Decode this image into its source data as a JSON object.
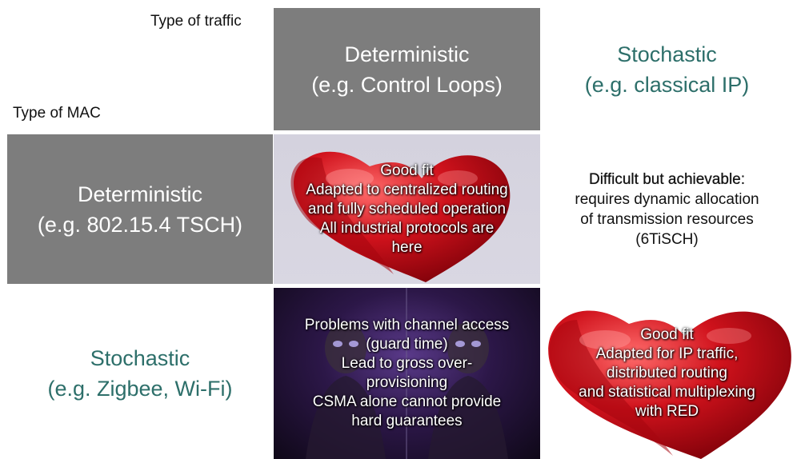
{
  "corner": {
    "traffic_label": "Type of traffic",
    "mac_label": "Type of MAC"
  },
  "columns": [
    {
      "title": "Deterministic",
      "subtitle": "(e.g. Control Loops)"
    },
    {
      "title": "Stochastic",
      "subtitle": "(e.g. classical IP)"
    }
  ],
  "rows": [
    {
      "title": "Deterministic",
      "subtitle": "(e.g. 802.15.4 TSCH)"
    },
    {
      "title": "Stochastic",
      "subtitle": "(e.g. Zigbee, Wi-Fi)"
    }
  ],
  "cells": {
    "det_det": {
      "lines": [
        "Good fit",
        "Adapted to centralized routing",
        "and fully scheduled operation",
        "All industrial protocols are",
        "here"
      ],
      "image": "red-hearts"
    },
    "det_sto": {
      "heading": "Difficult but achievable:",
      "lines": [
        "requires dynamic allocation",
        "of transmission resources",
        "(6TiSCH)"
      ]
    },
    "sto_det": {
      "lines": [
        "Problems with channel access",
        "(guard time)",
        "Lead to gross over-",
        "provisioning",
        "CSMA alone cannot provide",
        "hard guarantees"
      ],
      "image": "skeleton-figures"
    },
    "sto_sto": {
      "lines": [
        "Good fit",
        "Adapted for IP traffic,",
        "distributed routing",
        "and statistical multiplexing",
        "with RED"
      ],
      "image": "red-hearts"
    }
  },
  "colors": {
    "header_gray": "#7d7d7d",
    "stochastic_teal": "#2d6f6a",
    "heart_red": "#c8101a"
  }
}
